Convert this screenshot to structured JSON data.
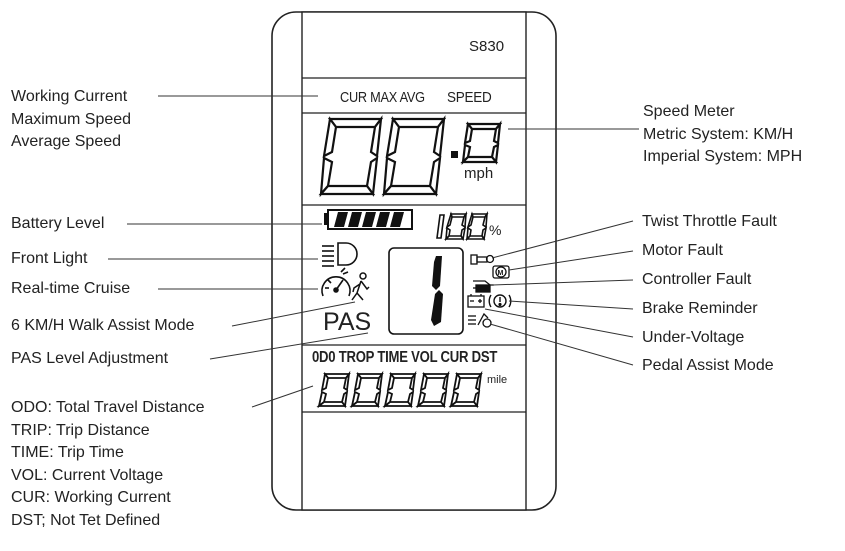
{
  "device": {
    "model": "S830",
    "header_modes": "CUR MAX AVG",
    "header_speed": "SPEED",
    "speed_integer": "00",
    "speed_decimal": "0",
    "speed_unit": "mph",
    "battery_percent": "100",
    "battery_percent_sign": "%",
    "pas_label": "PAS",
    "pas_level": "1",
    "info_header": "0D0 TROP TIME VOL CUR DST",
    "odometer": "000000",
    "odometer_unit": "mile"
  },
  "left_labels": {
    "current_group": [
      "Working Current",
      "Maximum Speed",
      "Average Speed"
    ],
    "battery": "Battery Level",
    "front_light": "Front Light",
    "cruise": "Real-time Cruise",
    "walk_assist": "6 KM/H Walk Assist Mode",
    "pas_adjust": "PAS Level Adjustment",
    "odo_group": [
      "ODO: Total Travel Distance",
      "TRIP: Trip Distance",
      "TIME: Trip Time",
      "VOL: Current Voltage",
      "CUR: Working Current",
      "DST; Not Tet Defined"
    ]
  },
  "right_labels": {
    "speed_group": [
      "Speed Meter",
      "Metric System: KM/H",
      "Imperial System: MPH"
    ],
    "throttle_fault": "Twist Throttle Fault",
    "motor_fault": "Motor Fault",
    "controller_fault": "Controller Fault",
    "brake": "Brake Reminder",
    "under_voltage": "Under-Voltage",
    "pedal_assist": "Pedal Assist Mode"
  },
  "icons": [
    "headlight-icon",
    "speedometer-cruise-icon",
    "walking-person-icon",
    "throttle-icon",
    "motor-icon",
    "controller-icon",
    "battery-warning-icon",
    "brake-icon",
    "pedal-assist-icon",
    "battery-level-icon"
  ]
}
